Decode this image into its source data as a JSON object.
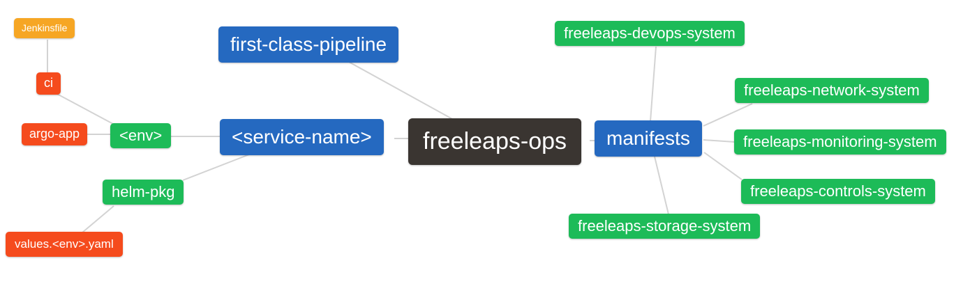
{
  "diagram": {
    "type": "mindmap",
    "root_label": "freeleaps-ops"
  },
  "colors": {
    "canvas": "#ffffff",
    "root-bg": "#3a3531",
    "blue": "#2569c0",
    "green": "#1dbb58",
    "red": "#f54b1d",
    "orange": "#f6a624",
    "link": "#d3d3d3",
    "text": "#ffffff"
  },
  "nodes": {
    "root": {
      "label": "freeleaps-ops"
    },
    "first_class_pipeline": {
      "label": "first-class-pipeline"
    },
    "service_name": {
      "label": "<service-name>"
    },
    "env": {
      "label": "<env>"
    },
    "ci": {
      "label": "ci"
    },
    "jenkinsfile": {
      "label": "Jenkinsfile"
    },
    "argo_app": {
      "label": "argo-app"
    },
    "helm_pkg": {
      "label": "helm-pkg"
    },
    "values_env_yaml": {
      "label": "values.<env>.yaml"
    },
    "manifests": {
      "label": "manifests"
    },
    "devops_system": {
      "label": "freeleaps-devops-system"
    },
    "network_system": {
      "label": "freeleaps-network-system"
    },
    "monitoring_system": {
      "label": "freeleaps-monitoring-system"
    },
    "controls_system": {
      "label": "freeleaps-controls-system"
    },
    "storage_system": {
      "label": "freeleaps-storage-system"
    }
  },
  "edges": [
    {
      "from": "freeleaps-ops",
      "to": "first-class-pipeline"
    },
    {
      "from": "freeleaps-ops",
      "to": "<service-name>"
    },
    {
      "from": "freeleaps-ops",
      "to": "manifests"
    },
    {
      "from": "<service-name>",
      "to": "<env>"
    },
    {
      "from": "<service-name>",
      "to": "helm-pkg"
    },
    {
      "from": "<env>",
      "to": "ci"
    },
    {
      "from": "<env>",
      "to": "argo-app"
    },
    {
      "from": "ci",
      "to": "Jenkinsfile"
    },
    {
      "from": "helm-pkg",
      "to": "values.<env>.yaml"
    },
    {
      "from": "manifests",
      "to": "freeleaps-devops-system"
    },
    {
      "from": "manifests",
      "to": "freeleaps-network-system"
    },
    {
      "from": "manifests",
      "to": "freeleaps-monitoring-system"
    },
    {
      "from": "manifests",
      "to": "freeleaps-controls-system"
    },
    {
      "from": "manifests",
      "to": "freeleaps-storage-system"
    }
  ]
}
